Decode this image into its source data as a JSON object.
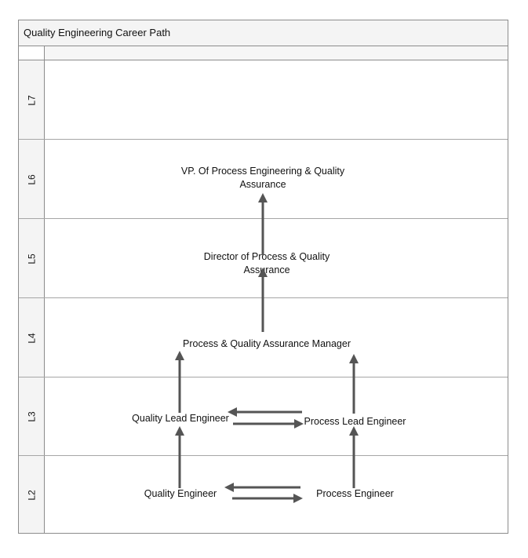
{
  "diagram": {
    "title": "Quality Engineering Career Path",
    "levels": [
      "L7",
      "L6",
      "L5",
      "L4",
      "L3",
      "L2"
    ],
    "roles": {
      "vp": "VP. Of Process Engineering & Quality Assurance",
      "director": "Director of Process & Quality Assurance",
      "manager": "Process & Quality Assurance Manager",
      "quality_lead": "Quality Lead Engineer",
      "process_lead": "Process Lead Engineer",
      "quality_engineer": "Quality Engineer",
      "process_engineer": "Process Engineer"
    },
    "colors": {
      "arrow": "#555555",
      "border": "#8c8c8c",
      "label_bg": "#f4f4f4"
    }
  }
}
